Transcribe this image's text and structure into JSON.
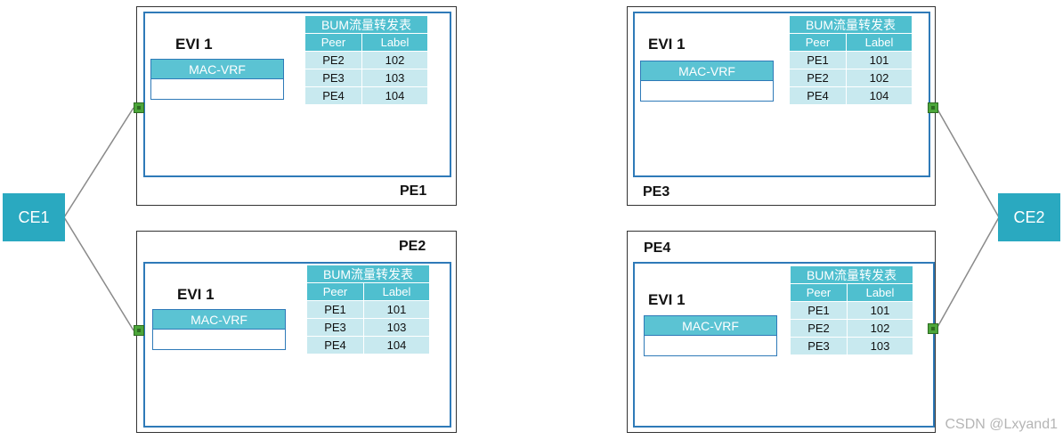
{
  "ce": {
    "left": "CE1",
    "right": "CE2"
  },
  "pes": [
    {
      "name": "PE1",
      "evi": "EVI 1",
      "mac_vrf": "MAC-VRF",
      "table": {
        "title": "BUM流量转发表",
        "headers": [
          "Peer",
          "Label"
        ],
        "rows": [
          [
            "PE2",
            "102"
          ],
          [
            "PE3",
            "103"
          ],
          [
            "PE4",
            "104"
          ]
        ]
      }
    },
    {
      "name": "PE2",
      "evi": "EVI 1",
      "mac_vrf": "MAC-VRF",
      "table": {
        "title": "BUM流量转发表",
        "headers": [
          "Peer",
          "Label"
        ],
        "rows": [
          [
            "PE1",
            "101"
          ],
          [
            "PE3",
            "103"
          ],
          [
            "PE4",
            "104"
          ]
        ]
      }
    },
    {
      "name": "PE3",
      "evi": "EVI 1",
      "mac_vrf": "MAC-VRF",
      "table": {
        "title": "BUM流量转发表",
        "headers": [
          "Peer",
          "Label"
        ],
        "rows": [
          [
            "PE1",
            "101"
          ],
          [
            "PE2",
            "102"
          ],
          [
            "PE4",
            "104"
          ]
        ]
      }
    },
    {
      "name": "PE4",
      "evi": "EVI 1",
      "mac_vrf": "MAC-VRF",
      "table": {
        "title": "BUM流量转发表",
        "headers": [
          "Peer",
          "Label"
        ],
        "rows": [
          [
            "PE1",
            "101"
          ],
          [
            "PE2",
            "102"
          ],
          [
            "PE3",
            "103"
          ]
        ]
      }
    }
  ],
  "watermark": "CSDN @Lxyand1",
  "colors": {
    "teal": "#2aa9c0",
    "table_header": "#4fbfcf",
    "table_cell": "#c8e9ef",
    "evi_border": "#2f7ab8",
    "port": "#4ca63a"
  }
}
